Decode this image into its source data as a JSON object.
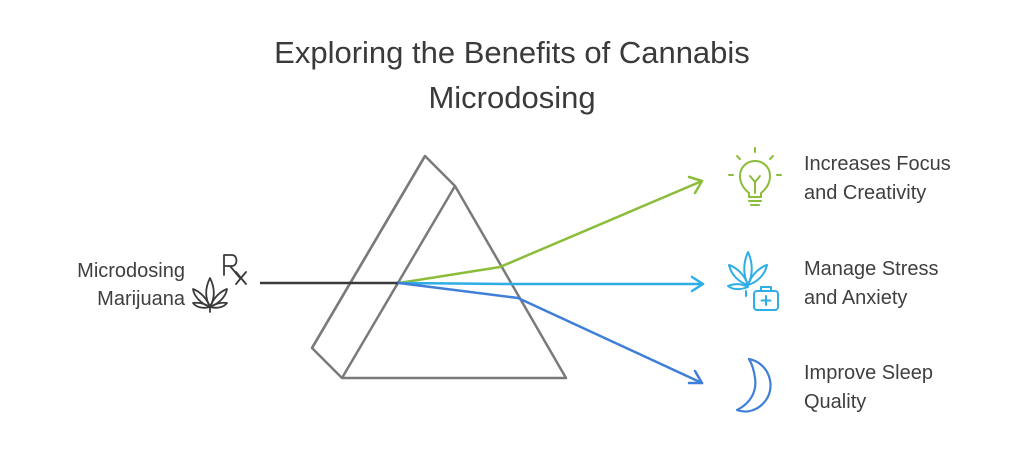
{
  "title": {
    "line1": "Exploring the Benefits of Cannabis",
    "line2": "Microdosing"
  },
  "input": {
    "line1": "Microdosing",
    "line2": "Marijuana",
    "icon": "cannabis-rx-icon"
  },
  "benefits": [
    {
      "line1": "Increases Focus",
      "line2": "and Creativity",
      "icon": "lightbulb-icon",
      "color": "#8bbd3a"
    },
    {
      "line1": "Manage Stress",
      "line2": "and Anxiety",
      "icon": "cannabis-medical-kit-icon",
      "color": "#2eaee6"
    },
    {
      "line1": "Improve Sleep",
      "line2": "Quality",
      "icon": "crescent-moon-icon",
      "color": "#3f7fd9"
    }
  ],
  "colors": {
    "prism": "#7a7a7a",
    "input_beam": "#3a3a3a",
    "text": "#3f3f3f"
  }
}
